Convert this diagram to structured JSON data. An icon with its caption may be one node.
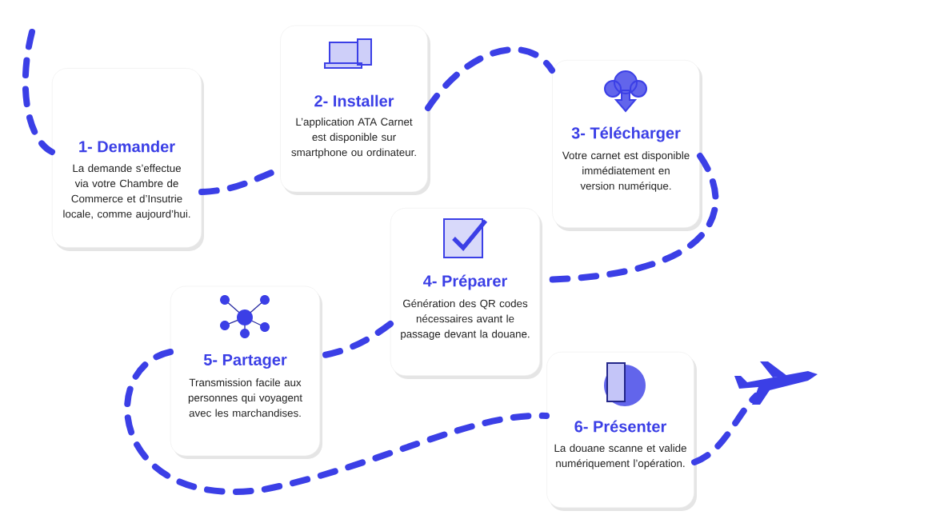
{
  "diagram": {
    "nodes": [
      {
        "text": [
          "1- Demander",
          "La demande s’effectue via votre Chambre de Commerce et d’Insutrie locale, comme aujourd’hui."
        ]
      },
      {
        "text": [
          "2- Installer",
          "L’application ATA Carnet est disponible sur smartphone ou ordinateur."
        ]
      },
      {
        "text": [
          "3- Télécharger",
          "Votre carnet est disponible immédiatement en version numérique."
        ]
      },
      {
        "text": [
          "4- Préparer",
          "Génération des QR codes nécessaires avant le passage devant la douane."
        ]
      },
      {
        "text": [
          "5- Partager",
          "Transmission facile aux personnes qui voyagent avec les marchandises."
        ]
      },
      {
        "text": [
          "6- Présenter",
          "La douane scanne et valide numériquement l’opération."
        ]
      },
      {
        "text": [],
        "shape": "airplane"
      }
    ],
    "edges": [
      {
        "from": null,
        "to": 0,
        "arrow": "none",
        "style": "dashed"
      },
      {
        "from": 0,
        "to": 1,
        "arrow": "none",
        "style": "dashed"
      },
      {
        "from": 1,
        "to": 2,
        "arrow": "none",
        "style": "dashed"
      },
      {
        "from": 2,
        "to": 3,
        "arrow": "none",
        "style": "dashed"
      },
      {
        "from": 3,
        "to": 4,
        "arrow": "none",
        "style": "dashed"
      },
      {
        "from": 4,
        "to": 5,
        "arrow": "none",
        "style": "dashed"
      },
      {
        "from": 5,
        "to": 6,
        "arrow": "none",
        "style": "dashed"
      }
    ]
  }
}
